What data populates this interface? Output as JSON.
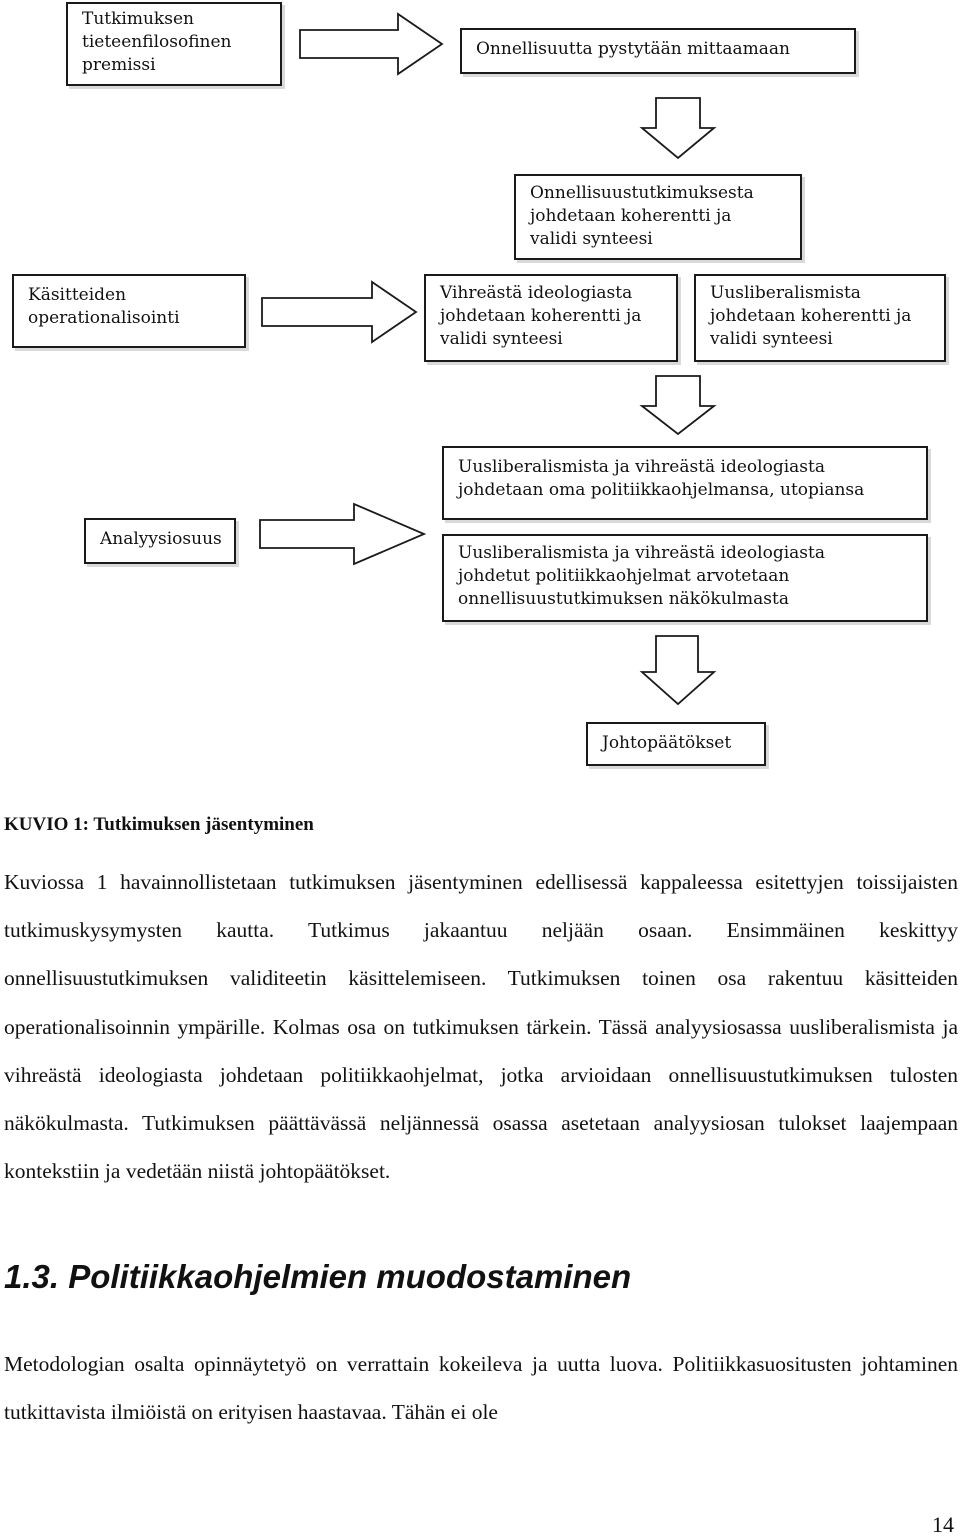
{
  "diagram": {
    "boxes": {
      "premise": "Tutkimuksen\ntieteenfilosofinen\npremissi",
      "measurable": "Onnellisuutta pystytään mittaamaan",
      "happiness_synthesis": "Onnellisuustutkimuksesta\njohdetaan koherentti ja\nvalidi synteesi",
      "operationalization": "Käsitteiden\noperationalisointi",
      "green_synthesis": "Vihreästä ideologiasta\njohdetaan koherentti ja\nvalidi synteesi",
      "neoliberal_synthesis": "Uusliberalismista\njohdetaan koherentti ja\nvalidi synteesi",
      "analysis": "Analyysiosuus",
      "own_program": "Uusliberalismista ja vihreästä ideologiasta\njohdetaan oma politiikkaohjelmansa, utopiansa",
      "evaluated_program": "Uusliberalismista ja vihreästä ideologiasta\njohdetut politiikkaohjelmat arvotetaan\nonnellisuustutkimuksen näkökulmasta",
      "conclusions": "Johtopäätökset"
    }
  },
  "caption": "KUVIO 1: Tutkimuksen jäsentyminen",
  "paragraph1": "Kuviossa 1 havainnollistetaan tutkimuksen jäsentyminen edellisessä kappaleessa esitettyjen toissijaisten tutkimuskysymysten kautta. Tutkimus jakaantuu neljään osaan. Ensimmäinen keskittyy onnellisuustutkimuksen validiteetin käsittelemiseen. Tutkimuksen toinen osa rakentuu käsitteiden operationalisoinnin ympärille. Kolmas osa on tutkimuksen tärkein. Tässä analyysiosassa uusliberalismista ja vihreästä ideologiasta johdetaan politiikkaohjelmat, jotka arvioidaan onnellisuustutkimuksen tulosten näkökulmasta. Tutkimuksen päättävässä neljännessä osassa asetetaan analyysiosan tulokset laajempaan kontekstiin ja vedetään niistä johtopäätökset.",
  "heading": "1.3. Politiikkaohjelmien muodostaminen",
  "paragraph2": "Metodologian osalta opinnäytetyö on verrattain kokeileva ja uutta luova. Politiikkasuositusten johtaminen tutkittavista ilmiöistä on erityisen haastavaa. Tähän ei ole",
  "page_number": "14"
}
